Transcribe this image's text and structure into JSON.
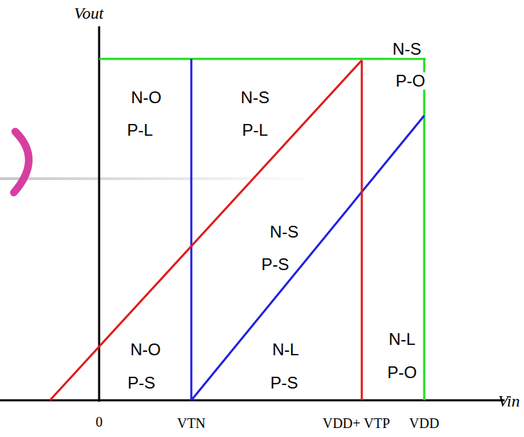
{
  "diagram": {
    "labels": [
      "Vout",
      "Vin",
      "0",
      "VTN",
      "VDD+ VTP",
      "VDD",
      "N-O",
      "P-L",
      "N-S",
      "P-L",
      "N-S",
      "P-O",
      "N-S",
      "P-S",
      "N-O",
      "P-S",
      "N-L",
      "P-S",
      "N-L",
      "P-O"
    ]
  }
}
